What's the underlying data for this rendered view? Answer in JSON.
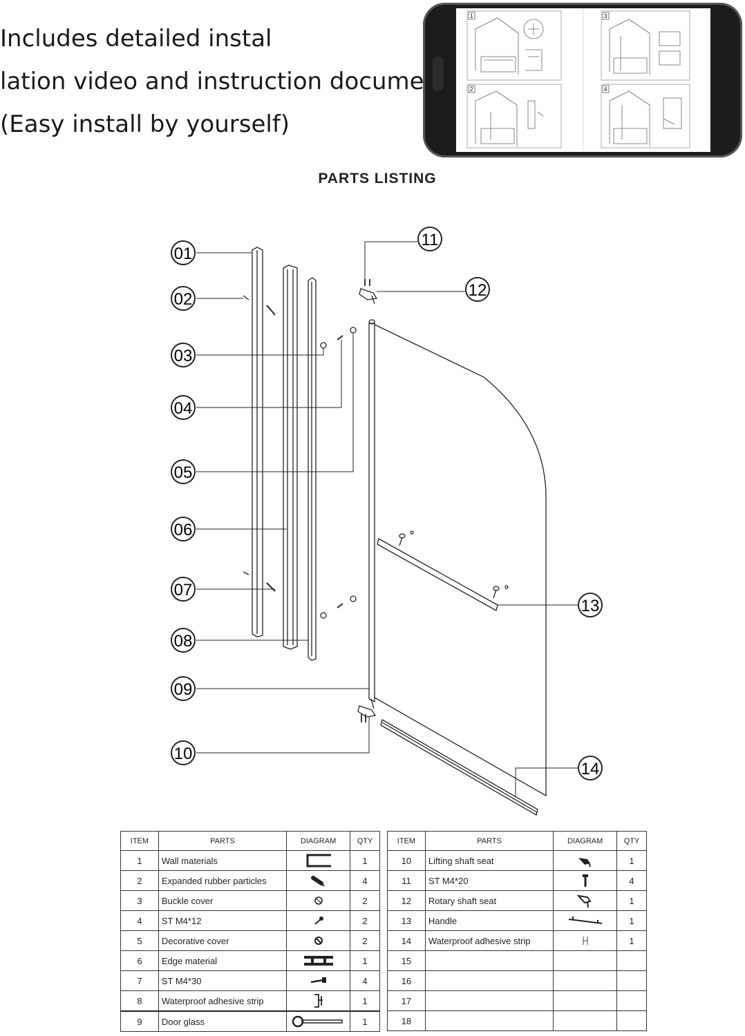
{
  "intro": {
    "lines": [
      "Includes detailed instal",
      "lation video and instruction document",
      "(Easy install by yourself)"
    ]
  },
  "phone": {
    "steps": [
      "1",
      "2",
      "3",
      "4"
    ]
  },
  "parts_title": "PARTS LISTING",
  "callouts": [
    "01",
    "02",
    "03",
    "04",
    "05",
    "06",
    "07",
    "08",
    "09",
    "10",
    "11",
    "12",
    "13",
    "14"
  ],
  "tables": {
    "headers": {
      "item": "ITEM",
      "parts": "PARTS",
      "diagram": "DIAGRAM",
      "qty": "QTY"
    },
    "left": [
      {
        "item": "1",
        "part": "Wall materials",
        "icon": "wall-channel-icon",
        "qty": "1"
      },
      {
        "item": "2",
        "part": "Expanded rubber particles",
        "icon": "rubber-anchor-icon",
        "qty": "4"
      },
      {
        "item": "3",
        "part": "Buckle cover",
        "icon": "buckle-cover-icon",
        "qty": "2"
      },
      {
        "item": "4",
        "part": "ST M4*12",
        "icon": "short-screw-icon",
        "qty": "2"
      },
      {
        "item": "5",
        "part": "Decorative cover",
        "icon": "decorative-cover-icon",
        "qty": "2"
      },
      {
        "item": "6",
        "part": "Edge material",
        "icon": "edge-profile-icon",
        "qty": "1"
      },
      {
        "item": "7",
        "part": "ST M4*30",
        "icon": "long-screw-icon",
        "qty": "4"
      },
      {
        "item": "8",
        "part": "Waterproof adhesive strip",
        "icon": "seal-strip-icon",
        "qty": "1"
      },
      {
        "item": "9",
        "part": "Door glass",
        "icon": "door-glass-icon",
        "qty": "1"
      }
    ],
    "right": [
      {
        "item": "10",
        "part": "Lifting shaft seat",
        "icon": "lifting-seat-icon",
        "qty": "1"
      },
      {
        "item": "11",
        "part": "ST M4*20",
        "icon": "screw-icon",
        "qty": "4"
      },
      {
        "item": "12",
        "part": "Rotary shaft seat",
        "icon": "rotary-seat-icon",
        "qty": "1"
      },
      {
        "item": "13",
        "part": "Handle",
        "icon": "handle-icon",
        "qty": "1"
      },
      {
        "item": "14",
        "part": "Waterproof adhesive strip",
        "icon": "bottom-seal-icon",
        "qty": "1"
      },
      {
        "item": "15",
        "part": "",
        "icon": "",
        "qty": ""
      },
      {
        "item": "16",
        "part": "",
        "icon": "",
        "qty": ""
      },
      {
        "item": "17",
        "part": "",
        "icon": "",
        "qty": ""
      },
      {
        "item": "18",
        "part": "",
        "icon": "",
        "qty": ""
      }
    ]
  }
}
